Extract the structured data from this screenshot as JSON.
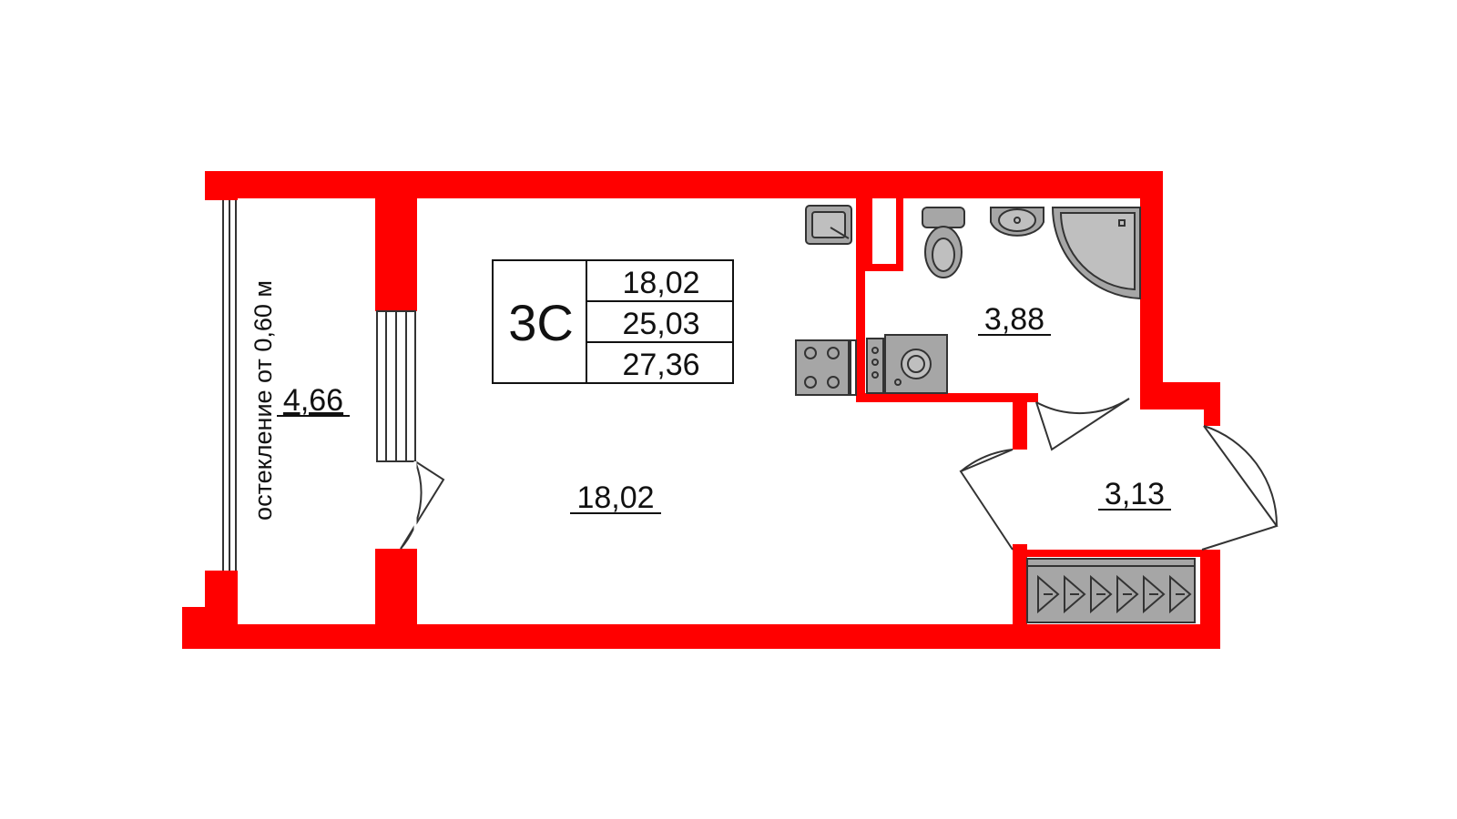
{
  "colors": {
    "wall": "#ff0000",
    "fixture_fill": "#a6a6a6",
    "fixture_stroke": "#333333",
    "text": "#111111",
    "background": "#ffffff"
  },
  "apartment": {
    "type_label": "3С",
    "areas": {
      "living": "18,02",
      "total": "25,03",
      "total_with_balcony": "27,36"
    }
  },
  "rooms": {
    "balcony": {
      "area": "4,66",
      "glazing_note": "остекление от 0,60 м"
    },
    "main_room": {
      "area": "18,02"
    },
    "bathroom": {
      "area": "3,88"
    },
    "hallway": {
      "area": "3,13"
    }
  },
  "icons": [
    "kitchen-sink-icon",
    "stove-icon",
    "washing-machine-icon",
    "toilet-icon",
    "washbasin-icon",
    "shower-tray-icon",
    "wardrobe-hanger-icon"
  ]
}
